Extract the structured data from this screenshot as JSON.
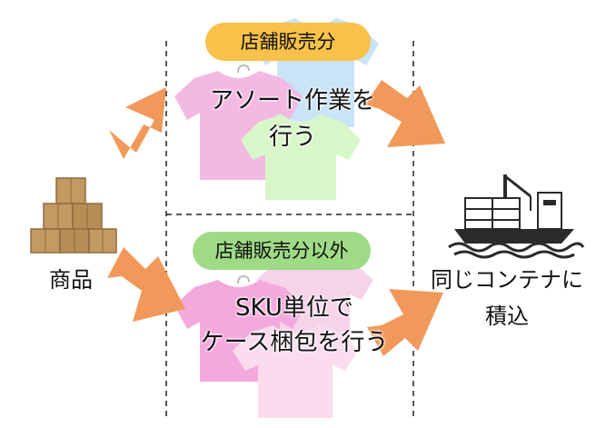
{
  "goods": {
    "label": "商品"
  },
  "top_flow": {
    "badge": "店舗販売分",
    "text_line1": "アソート作業を",
    "text_line2": "行う"
  },
  "bottom_flow": {
    "badge": "店舗販売分以外",
    "text_line1": "SKU単位で",
    "text_line2": "ケース梱包を行う"
  },
  "destination": {
    "text_line1": "同じコンテナに",
    "text_line2": "積込"
  },
  "colors": {
    "arrow": "#f0995a",
    "badge_top": "#f7c14a",
    "badge_bottom": "#9fdb86",
    "box": "#c49a62",
    "ship": "#2a2a2a"
  }
}
